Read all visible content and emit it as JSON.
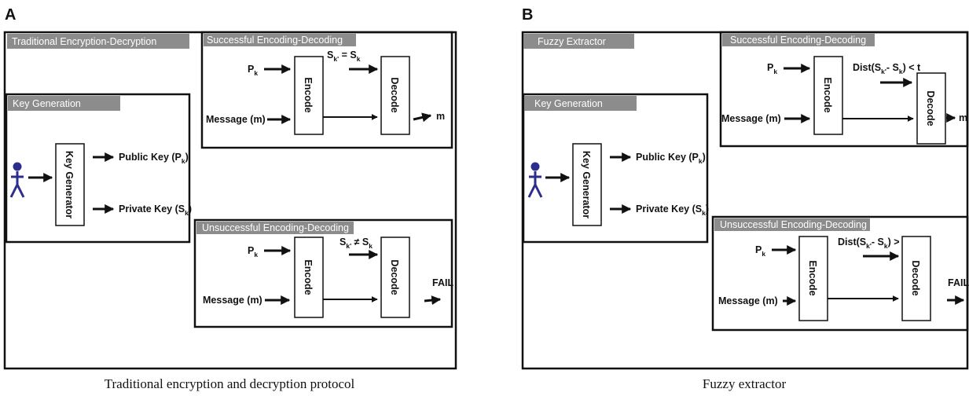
{
  "panels": {
    "a": {
      "letter": "A",
      "title_tab": "Traditional Encryption-Decryption",
      "caption": "Traditional encryption and decryption protocol",
      "keygen": {
        "tab": "Key Generation",
        "box": "Key Generator",
        "public_key": "Public Key (P",
        "public_key_sub": "k",
        "private_key": "Private Key (S",
        "private_key_sub": "k",
        "close_paren": ")"
      },
      "success": {
        "tab": "Successful Encoding-Decoding",
        "pk": "P",
        "pk_sub": "k",
        "condition_s": "S",
        "condition_sub1": "k'",
        "condition_op": " = S",
        "condition_sub2": "k",
        "message": "Message (m)",
        "encode": "Encode",
        "decode": "Decode",
        "output": "m"
      },
      "fail": {
        "tab": "Unsuccessful Encoding-Decoding",
        "pk": "P",
        "pk_sub": "k",
        "condition_s": "S",
        "condition_sub1": "k'",
        "condition_op": " ≠ S",
        "condition_sub2": "k",
        "message": "Message (m)",
        "encode": "Encode",
        "decode": "Decode",
        "output": "FAIL"
      }
    },
    "b": {
      "letter": "B",
      "title_tab": "Fuzzy Extractor",
      "caption": "Fuzzy extractor",
      "keygen": {
        "tab": "Key Generation",
        "box": "Key Generator",
        "public_key": "Public Key (P",
        "public_key_sub": "k",
        "private_key": "Private Key (S",
        "private_key_sub": "k",
        "close_paren": ")"
      },
      "success": {
        "tab": "Successful Encoding-Decoding",
        "pk": "P",
        "pk_sub": "k",
        "condition_pre": "Dist(S",
        "condition_sub1": "k'",
        "condition_mid": "- S",
        "condition_sub2": "k",
        "condition_post": ") < t",
        "message": "Message (m)",
        "encode": "Encode",
        "decode": "Decode",
        "output": "m"
      },
      "fail": {
        "tab": "Unsuccessful Encoding-Decoding",
        "pk": "P",
        "pk_sub": "k",
        "condition_pre": "Dist(S",
        "condition_sub1": "k'",
        "condition_mid": "- S",
        "condition_sub2": "k",
        "condition_post": ") > t",
        "message": "Message (m)",
        "encode": "Encode",
        "decode": "Decode",
        "output": "FAIL"
      }
    }
  },
  "colors": {
    "tab_fill": "#8c8c8c",
    "person": "#2b2e8c",
    "line": "#111111"
  },
  "icons": {
    "person": "person-icon"
  }
}
